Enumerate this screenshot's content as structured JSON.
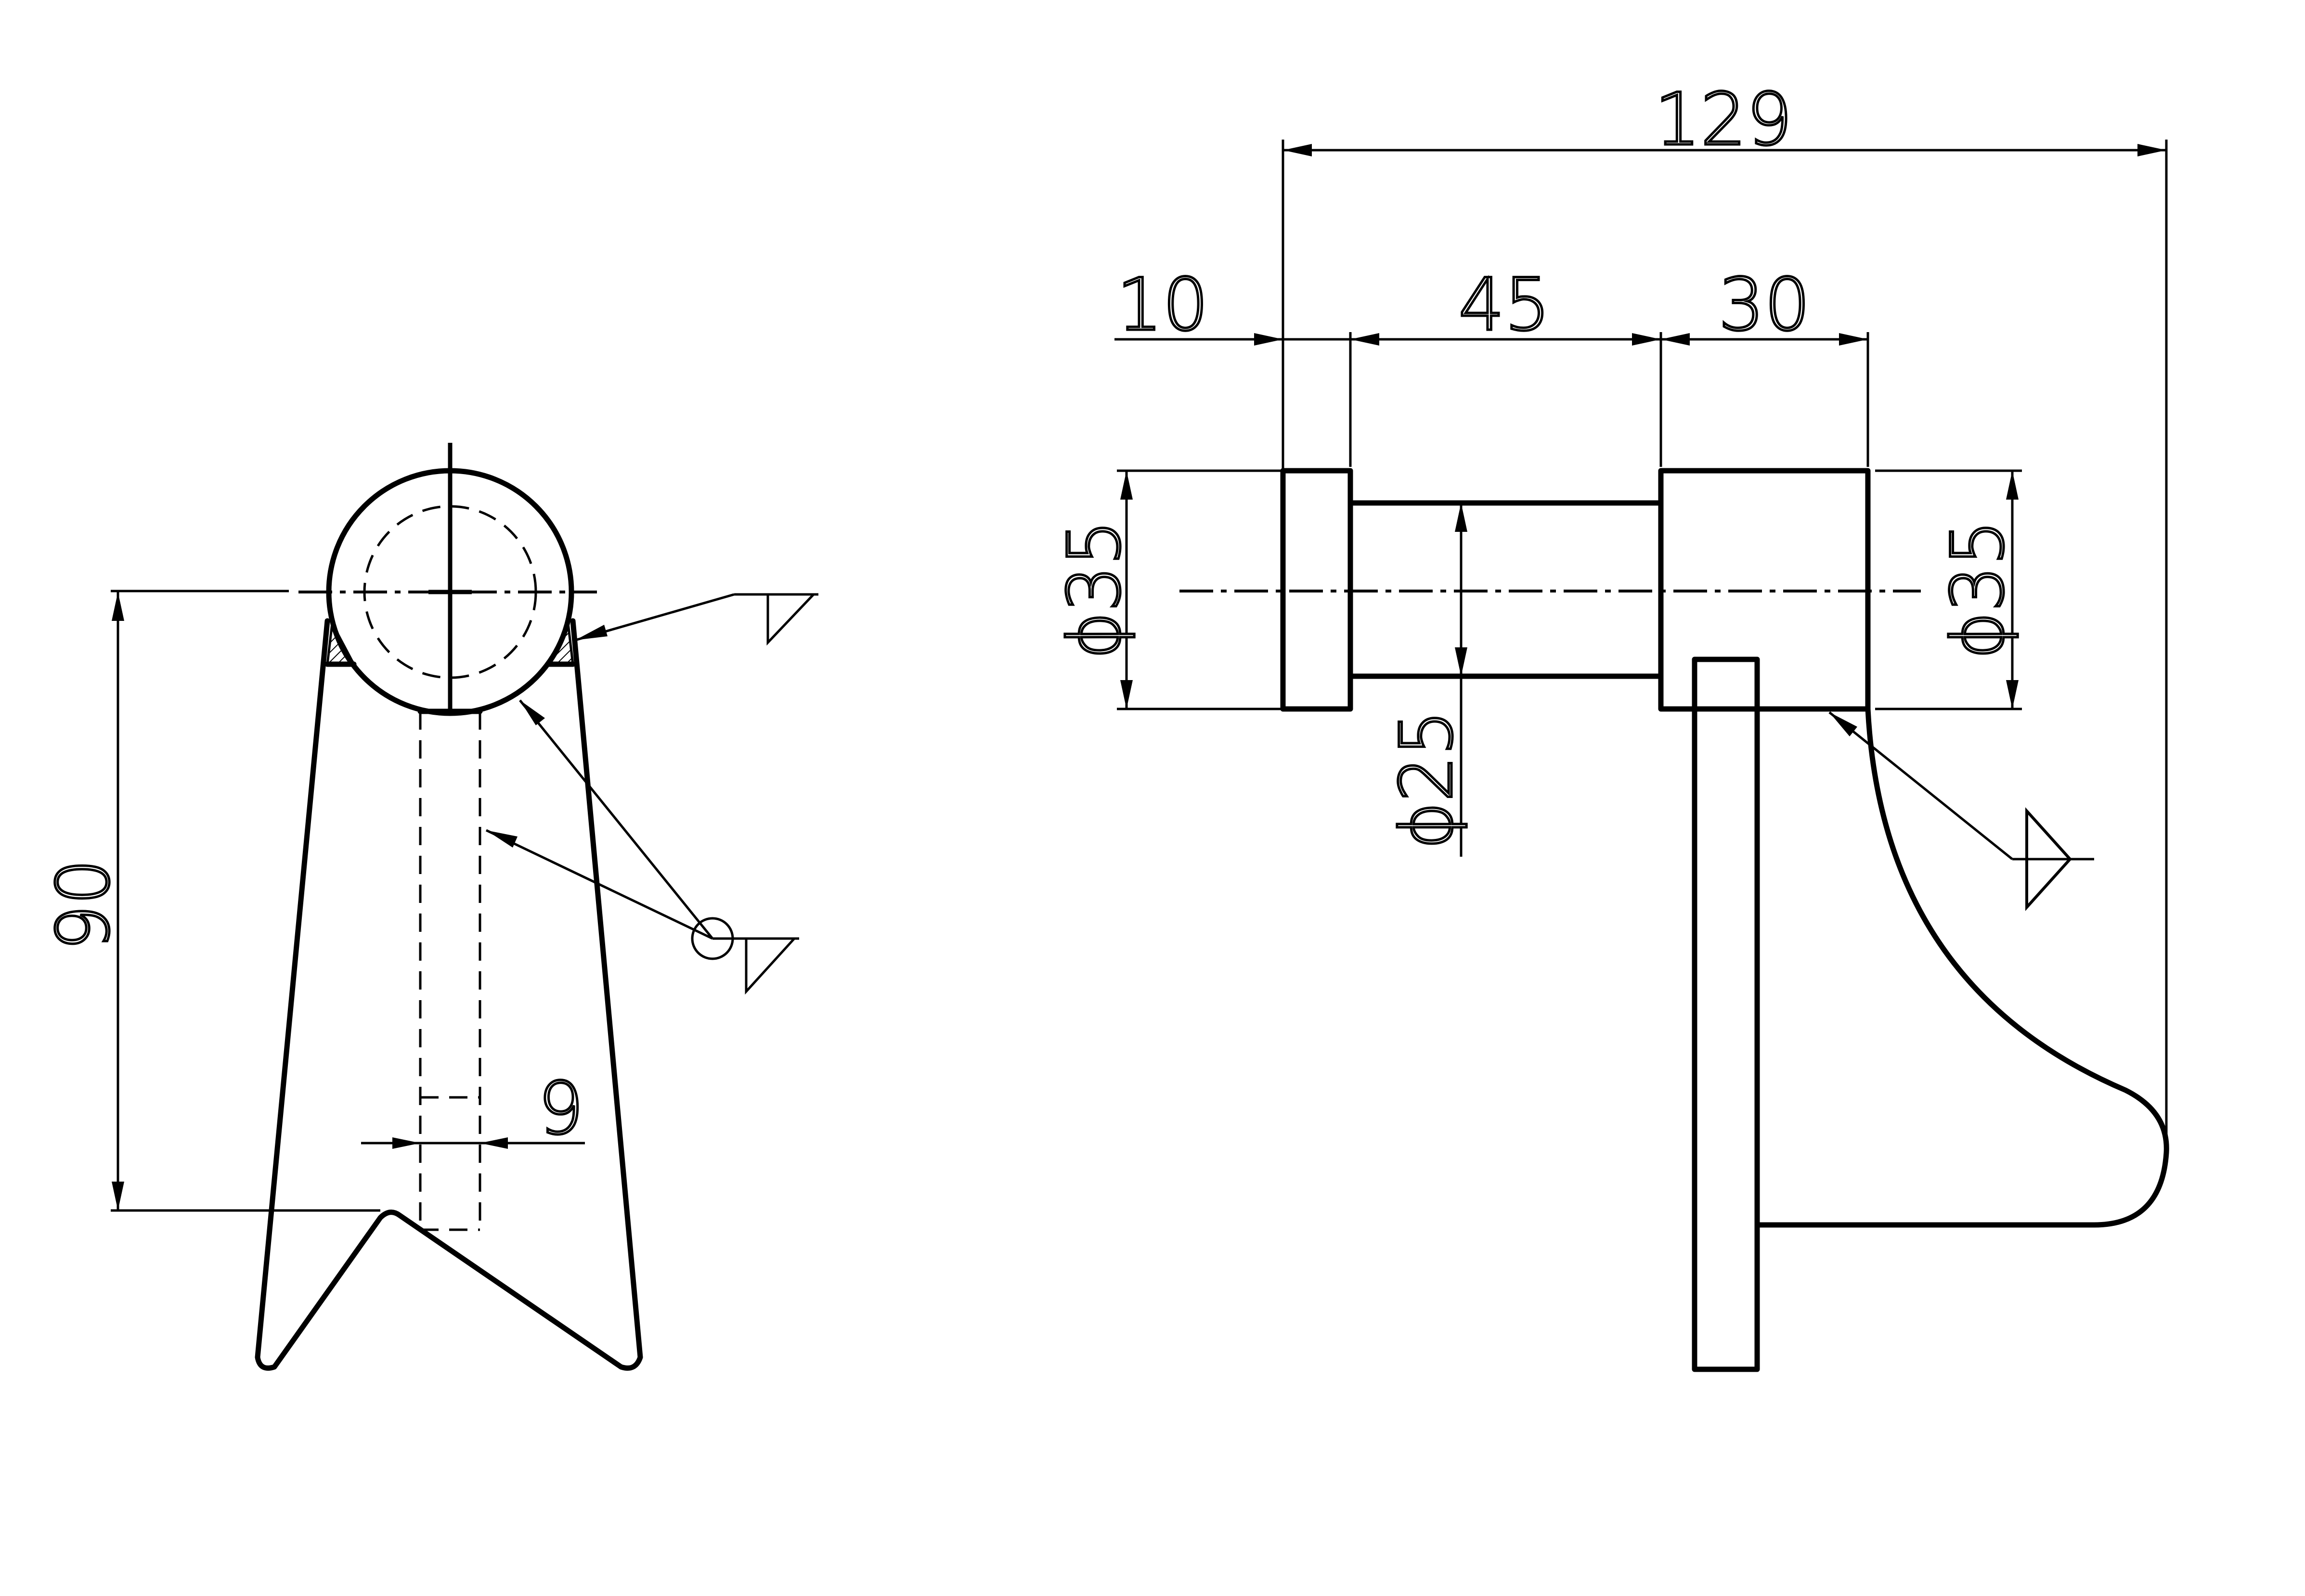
{
  "drawing": {
    "colors": {
      "line": "#000000",
      "background": "#ffffff"
    },
    "dimensions": {
      "overall_length": "129",
      "flange_thickness": "10",
      "shaft_length": "45",
      "boss_length": "30",
      "flange_diameter": "ϕ35",
      "shaft_diameter": "ϕ25",
      "boss_diameter": "ϕ35",
      "height": "90",
      "slot_width": "9"
    },
    "weld_symbols": [
      "fillet-weld-front-top",
      "fillet-weld-front-around",
      "fillet-weld-side"
    ]
  }
}
